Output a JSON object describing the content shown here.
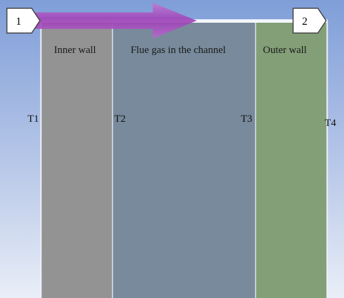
{
  "regions": {
    "inner_wall": "Inner wall",
    "flue_gas": "Flue gas in the channel",
    "outer_wall": "Outer wall"
  },
  "temperatures": {
    "t1": "T1",
    "t2": "T2",
    "t3": "T3",
    "t4": "T4"
  },
  "markers": {
    "start": "1",
    "end": "2"
  },
  "colors": {
    "background_top": "#7f9ed8",
    "background_bottom": "#e6ecf6",
    "inner_wall": "#939393",
    "flue_gas": "#788a9b",
    "outer_wall": "#829f78",
    "arrow": "#a044b8"
  }
}
